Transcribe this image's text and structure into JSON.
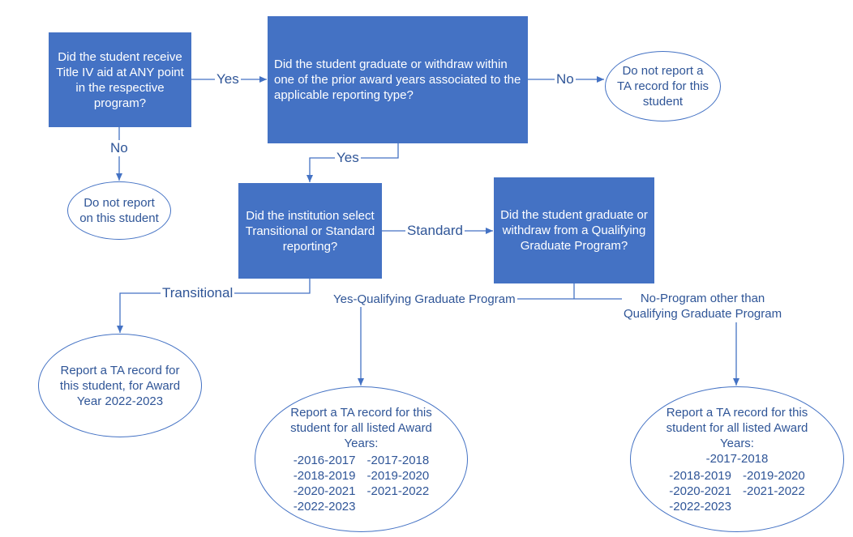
{
  "nodes": {
    "q_titleiv": "Did the student receive Title IV aid at ANY point in the respective program?",
    "q_grad_withdraw": "Did the student graduate or withdraw within one of the prior award years associated to the applicable reporting type?",
    "q_reporting": "Did the institution select Transitional or Standard reporting?",
    "q_qualifying": "Did the student graduate or withdraw from a Qualifying Graduate Program?",
    "o_no_report": "Do not report on this student",
    "o_no_ta": "Do not report a TA record for this student",
    "o_transitional": "Report a TA record for this student, for Award Year 2022-2023",
    "o_qualifying": {
      "text": "Report a TA record for this student for all listed Award Years:",
      "years": [
        "-2016-2017",
        "-2017-2018",
        "-2018-2019",
        "-2019-2020",
        "-2020-2021",
        "-2021-2022",
        "-2022-2023"
      ]
    },
    "o_other": {
      "text": "Report a TA record for this student for all listed Award Years:",
      "first_year": "-2017-2018",
      "years": [
        "-2018-2019",
        "-2019-2020",
        "-2020-2021",
        "-2021-2022",
        "-2022-2023"
      ]
    }
  },
  "edges": {
    "yes_1": "Yes",
    "no_1": "No",
    "no_2": "No",
    "yes_2": "Yes",
    "standard": "Standard",
    "transitional": "Transitional",
    "yes_qualifying": "Yes-Qualifying Graduate Program",
    "no_program_line1": "No-Program other than",
    "no_program_line2": "Qualifying Graduate Program"
  },
  "colors": {
    "box_fill": "#4472C4",
    "line": "#4472C4",
    "text_dark": "#2F5597"
  }
}
